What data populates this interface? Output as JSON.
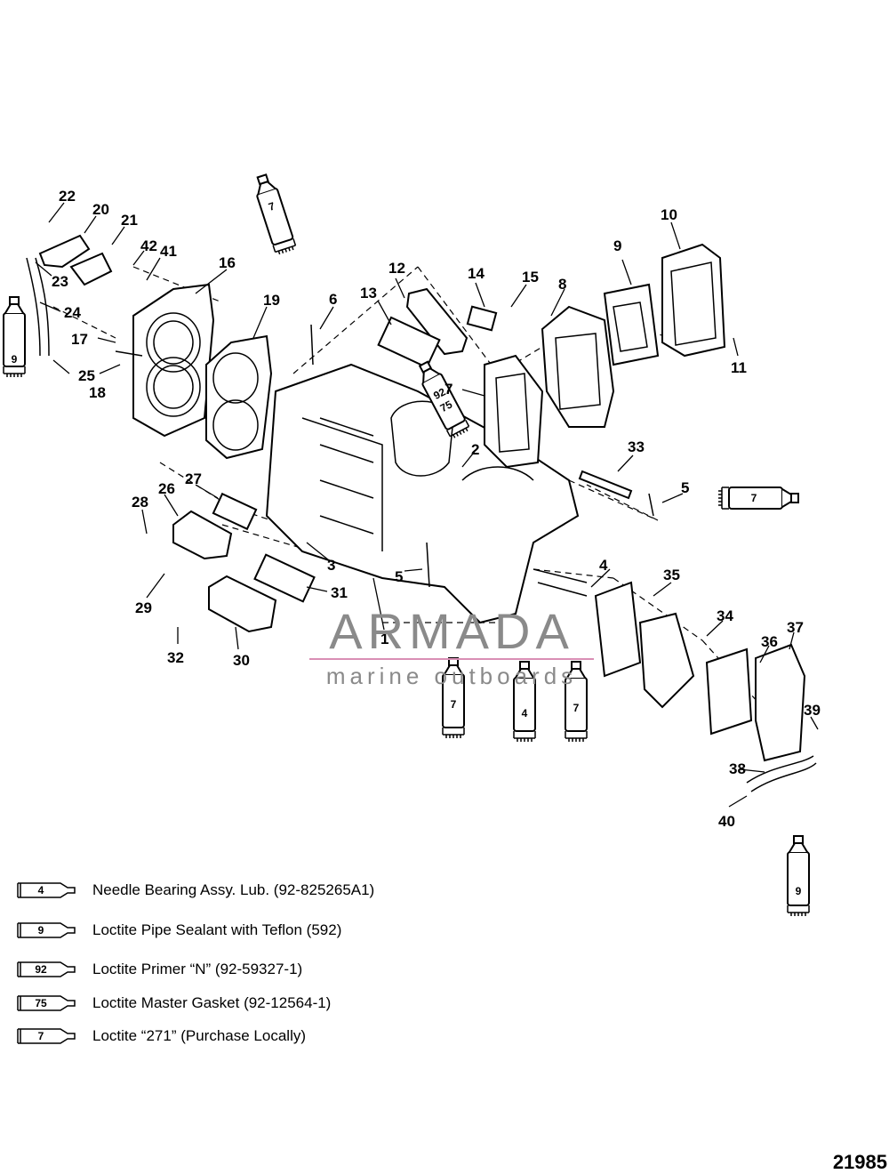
{
  "callouts": [
    "22",
    "20",
    "21",
    "42",
    "41",
    "16",
    "23",
    "24",
    "17",
    "25",
    "18",
    "19",
    "6",
    "12",
    "13",
    "14",
    "15",
    "8",
    "9",
    "10",
    "11",
    "7",
    "2",
    "33",
    "5",
    "27",
    "26",
    "28",
    "3",
    "31",
    "29",
    "32",
    "30",
    "1",
    "4",
    "35",
    "34",
    "36",
    "37",
    "39",
    "38",
    "40"
  ],
  "tube_labels": {
    "tube_top_center": "7",
    "tube_left": "9",
    "tube_mid": [
      "92",
      "75"
    ],
    "tube_right": "7",
    "tube_bottom_1": "7",
    "tube_bottom_2": "4",
    "tube_bottom_3": "7",
    "tube_lower_right": "9"
  },
  "legend": [
    {
      "code": "4",
      "text": "Needle Bearing Assy. Lub. (92-825265A1)"
    },
    {
      "code": "9",
      "text": "Loctite Pipe Sealant with Teflon (592)"
    },
    {
      "code": "92",
      "text": "Loctite Primer “N” (92-59327-1)"
    },
    {
      "code": "75",
      "text": "Loctite Master Gasket (92-12564-1)"
    },
    {
      "code": "7",
      "text": "Loctite “271” (Purchase Locally)"
    }
  ],
  "watermark": {
    "name": "ARMADA",
    "subtitle": "marine outboards",
    "logo_color": "#d98fb5"
  },
  "figure_number": "21985"
}
